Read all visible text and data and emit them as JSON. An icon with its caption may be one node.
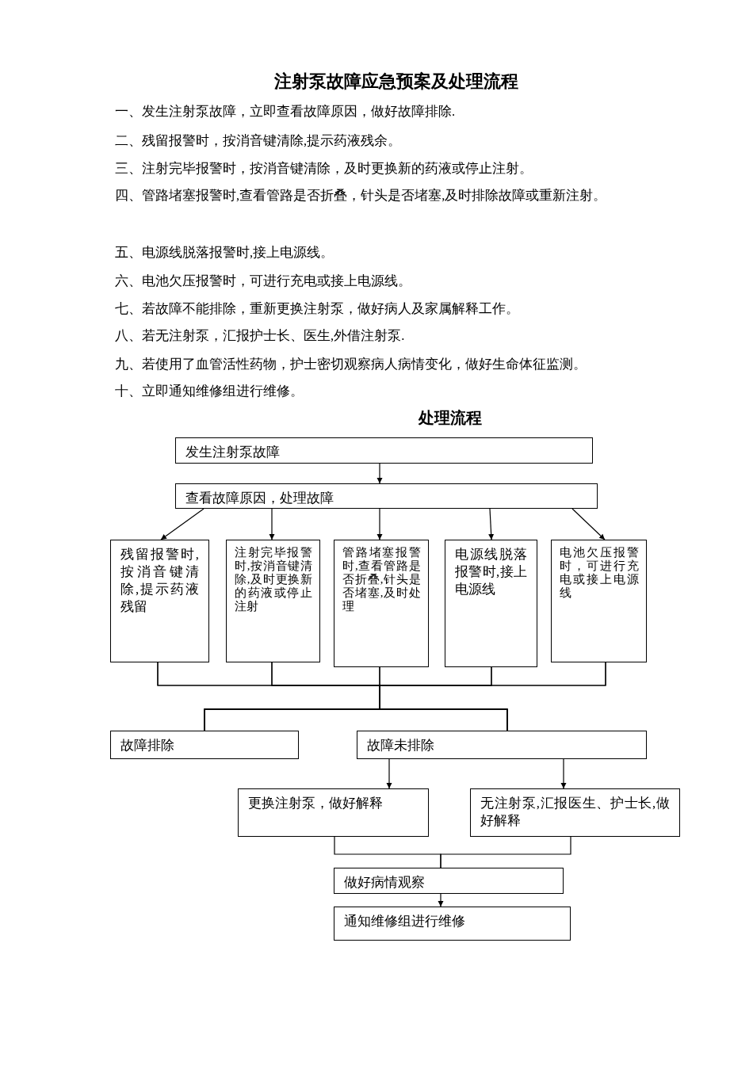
{
  "diagram": {
    "title": "注射泵故障应急预案及处理流程",
    "labels": [
      "一、发生注射泵故障，立即查看故障原因，做好故障排除.",
      "二、残留报警时，按消音键清除,提示药液残余。",
      "三、注射完毕报警时，按消音键清除，及时更换新的药液或停止注射。",
      "四、管路堵塞报警时,查看管路是否折叠，针头是否堵塞,及时排除故障或重新注射。",
      "五、电源线脱落报警时,接上电源线。",
      "六、电池欠压报警时，可进行充电或接上电源线。",
      "七、若故障不能排除，重新更换注射泵，做好病人及家属解释工作。",
      "八、若无注射泵，汇报护士长、医生,外借注射泵.",
      "九、若使用了血管活性药物，护士密切观察病人病情变化，做好生命体征监测。",
      "十、立即通知维修组进行维修。",
      "处理流程"
    ],
    "nodes": [
      {
        "text": [
          "发生注射泵故障"
        ]
      },
      {
        "text": [
          "查看故障原因，处理故障"
        ]
      },
      {
        "text": [
          "残留报警时,按消音键清除,提示药液残留"
        ]
      },
      {
        "text": [
          "注射完毕报警时,按消音键清除,及时更换新的药液或停止注射"
        ]
      },
      {
        "text": [
          "管路堵塞报警时,查看管路是否折叠,针头是否堵塞,及时处理"
        ]
      },
      {
        "text": [
          "电源线脱落报警时,接上电源线"
        ]
      },
      {
        "text": [
          "电池欠压报警时，可进行充电或接上电源线"
        ]
      },
      {
        "text": [
          "故障排除"
        ]
      },
      {
        "text": [
          "故障未排除"
        ]
      },
      {
        "text": [
          "更换注射泵，做好解释"
        ]
      },
      {
        "text": [
          "无注射泵,汇报医生、护士长,做好解释"
        ]
      },
      {
        "text": [
          "做好病情观察"
        ]
      },
      {
        "text": [
          "通知维修组进行维修"
        ]
      }
    ],
    "edges": [
      {
        "from": 0,
        "to": 1,
        "arrow": "to"
      },
      {
        "from": 1,
        "to": 2,
        "arrow": "to"
      },
      {
        "from": 1,
        "to": 3,
        "arrow": "to"
      },
      {
        "from": 1,
        "to": 4,
        "arrow": "to"
      },
      {
        "from": 1,
        "to": 5,
        "arrow": "to"
      },
      {
        "from": 1,
        "to": 6,
        "arrow": "to"
      },
      {
        "from": 2,
        "to": 7,
        "arrow": "none"
      },
      {
        "from": 2,
        "to": 8,
        "arrow": "none"
      },
      {
        "from": 3,
        "to": 7,
        "arrow": "none"
      },
      {
        "from": 3,
        "to": 8,
        "arrow": "none"
      },
      {
        "from": 4,
        "to": 7,
        "arrow": "none"
      },
      {
        "from": 4,
        "to": 8,
        "arrow": "none"
      },
      {
        "from": 5,
        "to": 7,
        "arrow": "none"
      },
      {
        "from": 5,
        "to": 8,
        "arrow": "none"
      },
      {
        "from": 6,
        "to": 7,
        "arrow": "none"
      },
      {
        "from": 6,
        "to": 8,
        "arrow": "none"
      },
      {
        "from": 8,
        "to": 9,
        "arrow": "to"
      },
      {
        "from": 8,
        "to": 10,
        "arrow": "to"
      },
      {
        "from": 9,
        "to": 11,
        "arrow": "none"
      },
      {
        "from": 10,
        "to": 11,
        "arrow": "none"
      },
      {
        "from": 11,
        "to": 12,
        "arrow": "to"
      }
    ]
  }
}
